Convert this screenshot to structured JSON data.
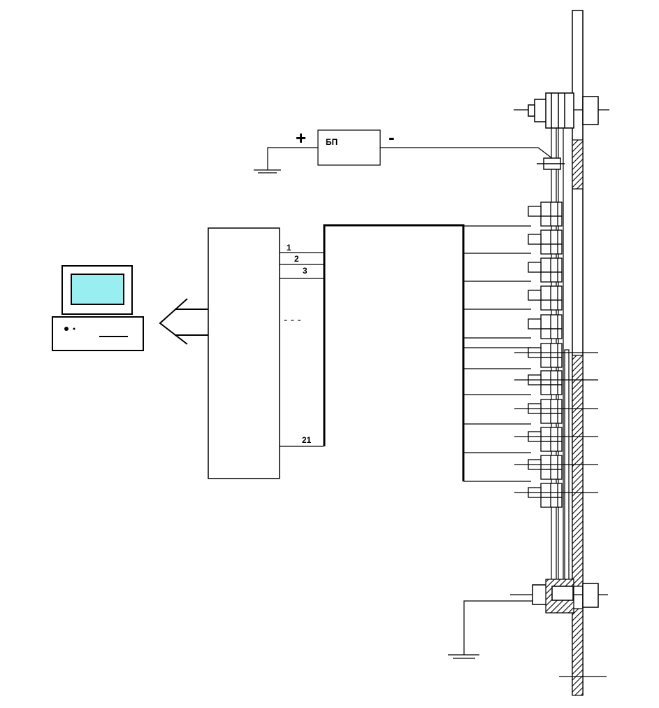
{
  "power_supply": {
    "label": "БП",
    "plus": "+",
    "minus": "-"
  },
  "multiplexer": {
    "line_labels": [
      "1",
      "2",
      "3"
    ],
    "ellipsis": "- - -",
    "last_line_label": "21"
  },
  "colors": {
    "screen": "#99EEF2",
    "line": "#000000",
    "background": "#ffffff"
  }
}
